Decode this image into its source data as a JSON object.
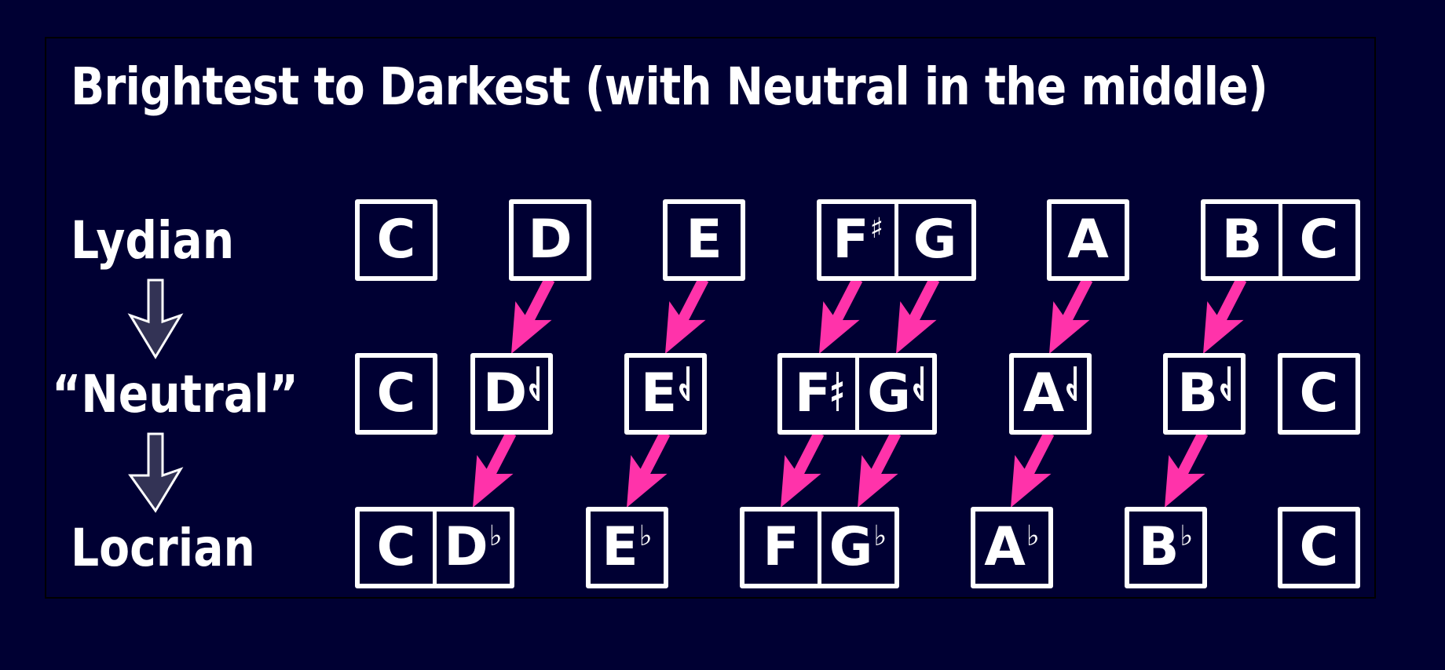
{
  "title": "Brightest to Darkest (with Neutral in the middle)",
  "colors": {
    "background": "#000033",
    "box": "#ffffff",
    "arrow": "#ff33aa",
    "mode_arrow_fill": "#333355"
  },
  "modes": [
    {
      "label": "Lydian"
    },
    {
      "label": "“Neutral”"
    },
    {
      "label": "Locrian"
    }
  ],
  "rows": [
    {
      "mode": "Lydian",
      "boxes": [
        {
          "cells": [
            {
              "note": "C",
              "acc": ""
            }
          ]
        },
        {
          "cells": [
            {
              "note": "D",
              "acc": ""
            }
          ]
        },
        {
          "cells": [
            {
              "note": "E",
              "acc": ""
            }
          ]
        },
        {
          "cells": [
            {
              "note": "F",
              "acc": "♯"
            },
            {
              "note": "G",
              "acc": ""
            }
          ]
        },
        {
          "cells": [
            {
              "note": "A",
              "acc": ""
            }
          ]
        },
        {
          "cells": [
            {
              "note": "B",
              "acc": ""
            },
            {
              "note": "C",
              "acc": ""
            }
          ]
        }
      ]
    },
    {
      "mode": "Neutral",
      "boxes": [
        {
          "cells": [
            {
              "note": "C",
              "acc": ""
            }
          ]
        },
        {
          "cells": [
            {
              "note": "D",
              "acc": "𝄳"
            }
          ]
        },
        {
          "cells": [
            {
              "note": "E",
              "acc": "𝄳"
            }
          ]
        },
        {
          "cells": [
            {
              "note": "F",
              "acc": "𝄲"
            },
            {
              "note": "G",
              "acc": "𝄳"
            }
          ]
        },
        {
          "cells": [
            {
              "note": "A",
              "acc": "𝄳"
            }
          ]
        },
        {
          "cells": [
            {
              "note": "B",
              "acc": "𝄳"
            }
          ]
        },
        {
          "cells": [
            {
              "note": "C",
              "acc": ""
            }
          ]
        }
      ]
    },
    {
      "mode": "Locrian",
      "boxes": [
        {
          "cells": [
            {
              "note": "C",
              "acc": ""
            },
            {
              "note": "D",
              "acc": "♭"
            }
          ]
        },
        {
          "cells": [
            {
              "note": "E",
              "acc": "♭"
            }
          ]
        },
        {
          "cells": [
            {
              "note": "F",
              "acc": ""
            },
            {
              "note": "G",
              "acc": "♭"
            }
          ]
        },
        {
          "cells": [
            {
              "note": "A",
              "acc": "♭"
            }
          ]
        },
        {
          "cells": [
            {
              "note": "B",
              "acc": "♭"
            }
          ]
        },
        {
          "cells": [
            {
              "note": "C",
              "acc": ""
            }
          ]
        }
      ]
    }
  ],
  "accidental_names": {
    "♯": "sharp",
    "♭": "flat",
    "𝄳": "quarter-flat",
    "𝄲": "quarter-sharp"
  }
}
